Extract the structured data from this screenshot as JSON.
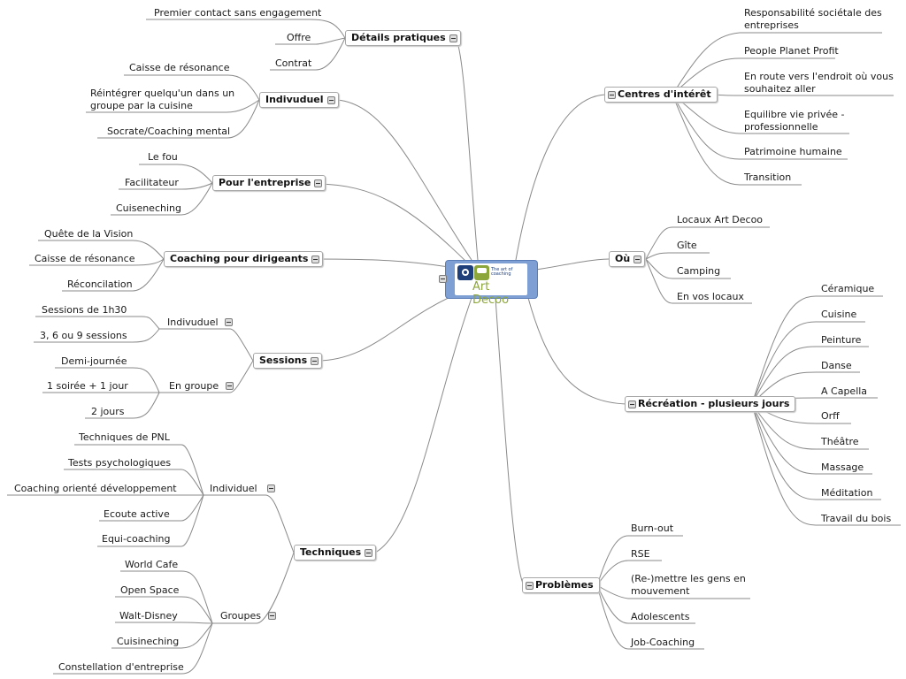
{
  "central": {
    "brand": "Art Decoo",
    "tagline": "The art of coaching"
  },
  "left": {
    "details": {
      "label": "Détails pratiques",
      "items": [
        "Premier contact sans engagement",
        "Offre",
        "Contrat"
      ]
    },
    "individuel": {
      "label": "Indivuduel",
      "items": [
        "Caisse de résonance",
        "Réintégrer quelqu'un dans un",
        "groupe par la cuisine",
        "Socrate/Coaching mental"
      ]
    },
    "entreprise": {
      "label": "Pour l'entreprise",
      "items": [
        "Le fou",
        "Facilitateur",
        "Cuiseneching"
      ]
    },
    "dirigeants": {
      "label": "Coaching pour dirigeants",
      "items": [
        "Quête de la Vision",
        "Caisse de résonance",
        "Réconcilation"
      ]
    },
    "sessions": {
      "label": "Sessions",
      "indiv": {
        "label": "Indivuduel",
        "items": [
          "Sessions de 1h30",
          "3, 6 ou 9 sessions"
        ]
      },
      "groupe": {
        "label": "En groupe",
        "items": [
          "Demi-journée",
          "1 soirée + 1 jour",
          "2 jours"
        ]
      }
    },
    "techniques": {
      "label": "Techniques",
      "indiv": {
        "label": "Individuel",
        "items": [
          "Techniques de PNL",
          "Tests psychologiques",
          "Coaching orienté développement",
          "Ecoute active",
          "Equi-coaching"
        ]
      },
      "groupes": {
        "label": "Groupes",
        "items": [
          "World Cafe",
          "Open Space",
          "Walt-Disney",
          "Cuisineching",
          "Constellation d'entreprise"
        ]
      }
    }
  },
  "right": {
    "centres": {
      "label": "Centres d'intérêt",
      "items": [
        "Responsabilité sociétale des",
        "entreprises",
        "People Planet Profit",
        "En route vers l'endroit où vous",
        "souhaitez aller",
        "Equilibre vie privée -",
        "professionnelle",
        "Patrimoine humaine",
        "Transition"
      ]
    },
    "ou": {
      "label": "Où",
      "items": [
        "Locaux Art Decoo",
        "Gîte",
        "Camping",
        "En vos locaux"
      ]
    },
    "recreation": {
      "label": "Récréation - plusieurs jours",
      "items": [
        "Céramique",
        "Cuisine",
        "Peinture",
        "Danse",
        "A Capella",
        "Orff",
        "Théâtre",
        "Massage",
        "Méditation",
        "Travail du bois"
      ]
    },
    "problemes": {
      "label": "Problèmes",
      "items": [
        "Burn-out",
        "RSE",
        "(Re-)mettre les gens en",
        "mouvement",
        "Adolescents",
        "Job-Coaching"
      ]
    }
  }
}
